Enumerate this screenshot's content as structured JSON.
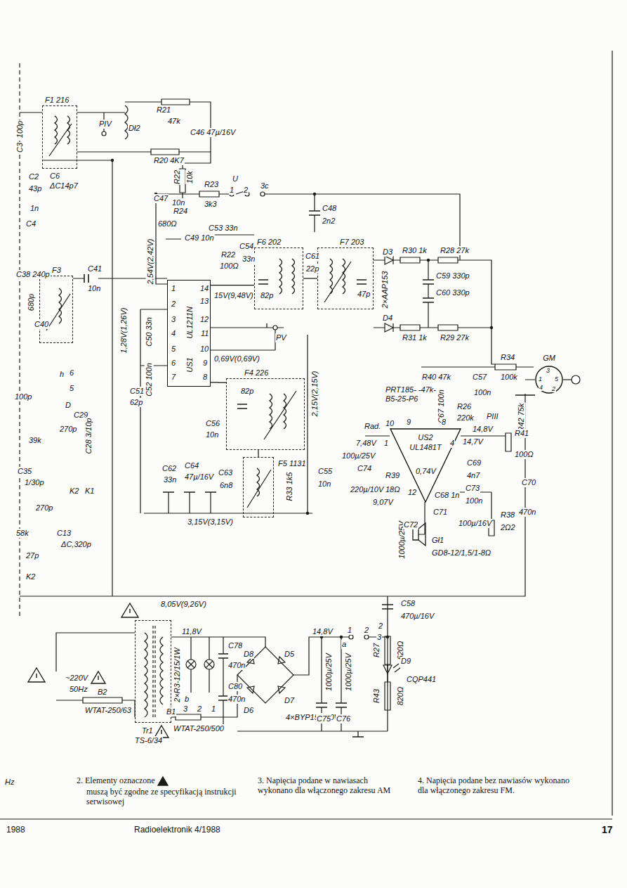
{
  "diagram": {
    "nodes": [
      {
        "text": [
          "F1 216"
        ]
      },
      {
        "text": [
          "F3"
        ]
      },
      {
        "text": [
          "US1",
          "UL1211N"
        ]
      },
      {
        "text": [
          "F6 202"
        ]
      },
      {
        "text": [
          "F7 203"
        ]
      },
      {
        "text": [
          "F4 226"
        ]
      },
      {
        "text": [
          "F5 1131"
        ]
      },
      {
        "text": [
          "US2",
          "UL1481T"
        ]
      },
      {
        "text": [
          "Tr1",
          "TS-6/34"
        ]
      },
      {
        "text": [
          "GM"
        ]
      }
    ],
    "edges": [
      {
        "from": 2,
        "to": 3,
        "arrow": "none"
      },
      {
        "from": 3,
        "to": 4,
        "arrow": "none"
      },
      {
        "from": 2,
        "to": 5,
        "arrow": "none"
      },
      {
        "from": 5,
        "to": 6,
        "arrow": "none"
      }
    ],
    "labels": [
      "100p",
      "C3",
      "PIV",
      "Dł2",
      "R21",
      "47k",
      "C46 47µ/16V",
      "R20 4K7",
      "R22",
      "10k",
      "C2",
      "43p",
      "C6",
      "ΔC14p7",
      "1n",
      "C4",
      "C47",
      "10n",
      "R23",
      "3k3",
      "U",
      "1",
      "2",
      "3c",
      "C48",
      "2n2",
      "R24",
      "680Ω",
      "C49 10n",
      "C53 33n",
      "C38 240p",
      "C41",
      "10n",
      "680p",
      "C40",
      "2,54V(2,42V)",
      "1,28V(1,26V)",
      "R22",
      "100Ω",
      "C54",
      "33n",
      "C61",
      "22p",
      "82p",
      "47p",
      "D3",
      "R30 1k",
      "R28 27k",
      "2×AAP153",
      "C59 330p",
      "C60 330p",
      "D4",
      "R31 1k",
      "R29 27k",
      "1",
      "2",
      "3",
      "4",
      "5",
      "6",
      "7",
      "14",
      "13",
      "12",
      "11",
      "10",
      "9",
      "8",
      "15V(9,48V)",
      "PV",
      "0,69V(0,69V)",
      "C50 33n",
      "C52 100n",
      "C51",
      "62p",
      "82p",
      "C56",
      "10n",
      "2,15V(2,15V)",
      "C62",
      "33n",
      "C64",
      "47µ/16V",
      "C63",
      "6n8",
      "R33 1k5",
      "C55",
      "10n",
      "3,15V(3,15V)",
      "h",
      "6",
      "5",
      "100p",
      "D",
      "C29",
      "270p",
      "C28 3/10p",
      "39k",
      "C35",
      "1/30p",
      "K2",
      "K1",
      "270p",
      "58k",
      "27p",
      "C13",
      "ΔC,320p",
      "K2",
      "8,05V(9,26V)",
      "R40 47k",
      "PRT185- -47k-B5-25-P6",
      "C57",
      "100n",
      "R34",
      "100k",
      "R42 75k",
      "C67 100n",
      "R26",
      "220k",
      "PIII",
      "Rad.",
      "10",
      "9",
      "8",
      "14,8V",
      "1",
      "4",
      "14,7V",
      "R41",
      "100Ω",
      "7,48V",
      "100µ/25V",
      "C74",
      "R39",
      "220µ/10V",
      "18Ω",
      "0,74V",
      "12",
      "C69",
      "4n7",
      "9,07V",
      "C68 1n",
      "C73",
      "100n",
      "R38",
      "2Ω2",
      "C70",
      "470n",
      "C71",
      "100µ/16V",
      "1000µ/25V",
      "C72",
      "Gł1",
      "GD8-12/1,5/1-8Ω",
      "C58",
      "470µ/16V",
      "3",
      "2",
      "R27",
      "620Ω",
      "D9",
      "CQP441",
      "R43",
      "820Ω",
      "11,8V",
      "~220V",
      "50Hz",
      "B2",
      "WTAT-250/63",
      "2×R3-12/15/1W",
      "b",
      "3",
      "2",
      "1",
      "B1",
      "WTAT-250/500",
      "C78",
      "470n",
      "C80",
      "470n",
      "D8",
      "D5",
      "D6",
      "D7",
      "4×BYP150-50V",
      "14,8V",
      "a",
      "1",
      "2",
      "1000µ/25V",
      "C75",
      "1000µ/25V",
      "C76",
      "Hz",
      "2. Elementy oznaczone",
      "muszą być zgodne ze specyfikacją instrukcji serwisowej",
      "3. Napięcia podane w nawiasach wykonano dla włączonego zakresu AM",
      "4. Napięcia podane bez nawiasów wykonano dla włączonego zakresu FM.",
      "1988",
      "Radioelektronik 4/1988",
      "17",
      "3",
      "1",
      "5",
      "4",
      "2"
    ]
  }
}
